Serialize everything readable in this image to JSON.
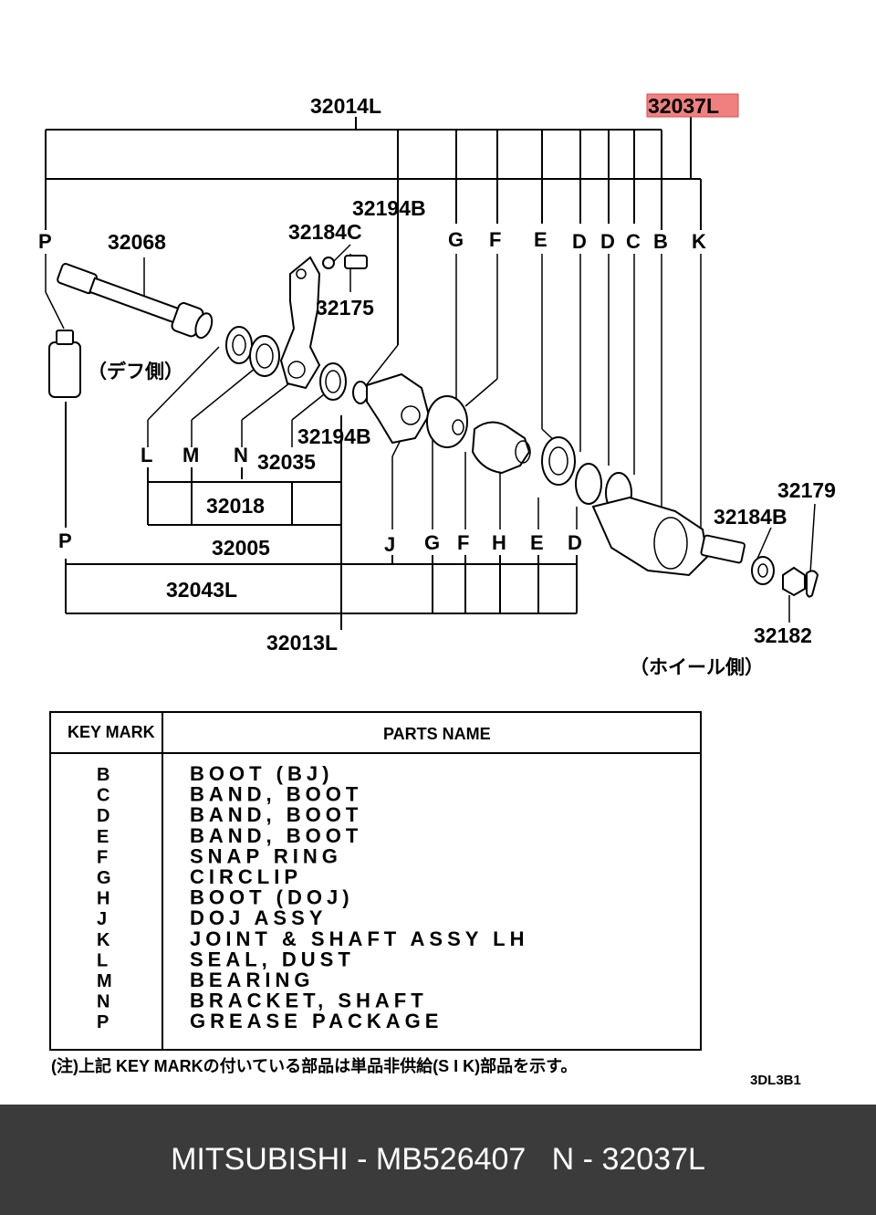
{
  "diagram": {
    "labels": {
      "l32014L": "32014L",
      "l32037L": "32037L",
      "l32194B_top": "32194B",
      "l32184C": "32184C",
      "l32068": "32068",
      "l32175": "32175",
      "l32194B_mid": "32194B",
      "l32035": "32035",
      "l32018": "32018",
      "l32005": "32005",
      "l32043L": "32043L",
      "l32013L": "32013L",
      "l32179": "32179",
      "l32184B": "32184B",
      "l32182": "32182"
    },
    "top_keys": [
      "P",
      "G",
      "F",
      "E",
      "D",
      "D",
      "C",
      "B",
      "K"
    ],
    "lower_keys_left": [
      "L",
      "M",
      "N"
    ],
    "lower_keys_right": [
      "J",
      "G",
      "F",
      "H",
      "E",
      "D"
    ],
    "lower_key_p": "P",
    "diff_side": "（デフ側）",
    "wheel_side": "（ホイール側）",
    "highlight_color": "#f08080"
  },
  "table": {
    "header_key": "KEY MARK",
    "header_name": "PARTS NAME",
    "rows": [
      {
        "key": "B",
        "name": "BOOT (BJ)"
      },
      {
        "key": "C",
        "name": "BAND, BOOT"
      },
      {
        "key": "D",
        "name": "BAND, BOOT"
      },
      {
        "key": "E",
        "name": "BAND, BOOT"
      },
      {
        "key": "F",
        "name": "SNAP RING"
      },
      {
        "key": "G",
        "name": "CIRCLIP"
      },
      {
        "key": "H",
        "name": "BOOT (DOJ)"
      },
      {
        "key": "J",
        "name": "DOJ ASSY"
      },
      {
        "key": "K",
        "name": "JOINT & SHAFT ASSY LH"
      },
      {
        "key": "L",
        "name": "SEAL, DUST"
      },
      {
        "key": "M",
        "name": "BEARING"
      },
      {
        "key": "N",
        "name": "BRACKET, SHAFT"
      },
      {
        "key": "P",
        "name": "GREASE PACKAGE"
      }
    ]
  },
  "note": "(注)上記 KEY MARKの付いている部品は単品非供給(S I K)部品を示す。",
  "figure_code": "3DL3B1",
  "footer": {
    "text": "MITSUBISHI - MB526407   N - 32037L"
  }
}
